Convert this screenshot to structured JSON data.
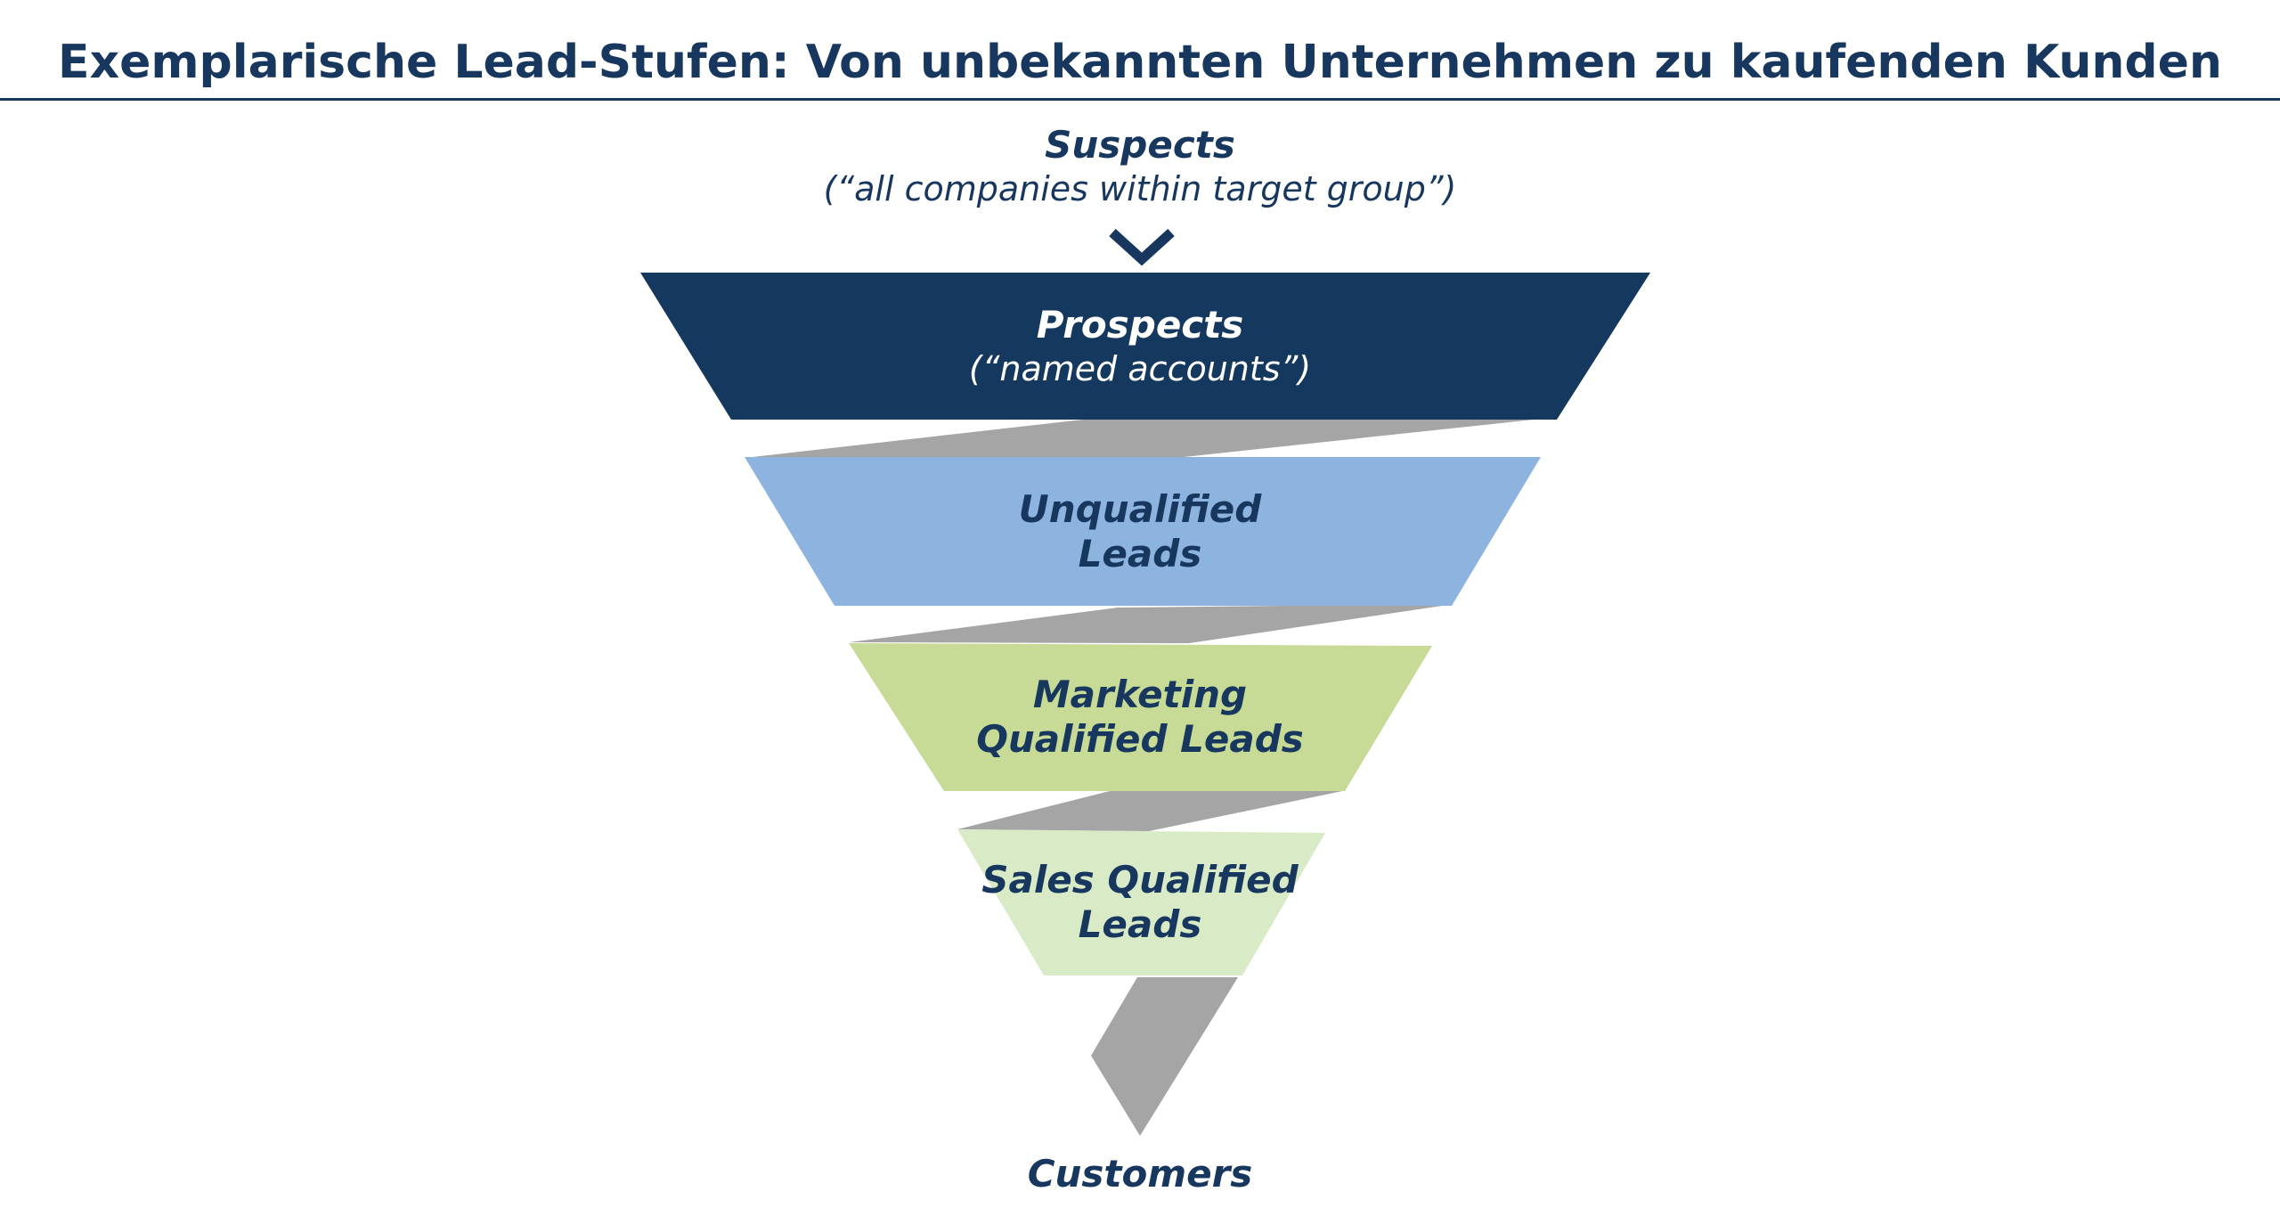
{
  "header": {
    "title": "Exemplarische Lead-Stufen: Von unbekannten Unternehmen zu kaufenden Kunden"
  },
  "colors": {
    "navy": "#15395E",
    "blue": "#8DB3DF",
    "green": "#C7DA96",
    "light_green": "#D9EBC6",
    "gray": "#A5A5A5",
    "text_navy": "#17375E",
    "white": "#FFFFFF"
  },
  "funnel": {
    "suspects": {
      "label": "Suspects",
      "sublabel": "(“all companies within target group”)"
    },
    "stages": [
      {
        "id": "prospects",
        "line1": "Prospects",
        "line2": "(“named accounts”)",
        "fill": "#15395E",
        "text_color": "#FFFFFF"
      },
      {
        "id": "unqualified-leads",
        "line1": "Unqualified",
        "line2": "Leads",
        "fill": "#8DB3DF",
        "text_color": "#17375E"
      },
      {
        "id": "marketing-qualified-leads",
        "line1": "Marketing",
        "line2": "Qualified Leads",
        "fill": "#C7DA96",
        "text_color": "#17375E"
      },
      {
        "id": "sales-qualified-leads",
        "line1": "Sales Qualified",
        "line2": "Leads",
        "fill": "#D9EBC6",
        "text_color": "#17375E"
      }
    ],
    "connector_color": "#A5A5A5",
    "chevron_color": "#17375E",
    "customers": {
      "label": "Customers"
    }
  }
}
